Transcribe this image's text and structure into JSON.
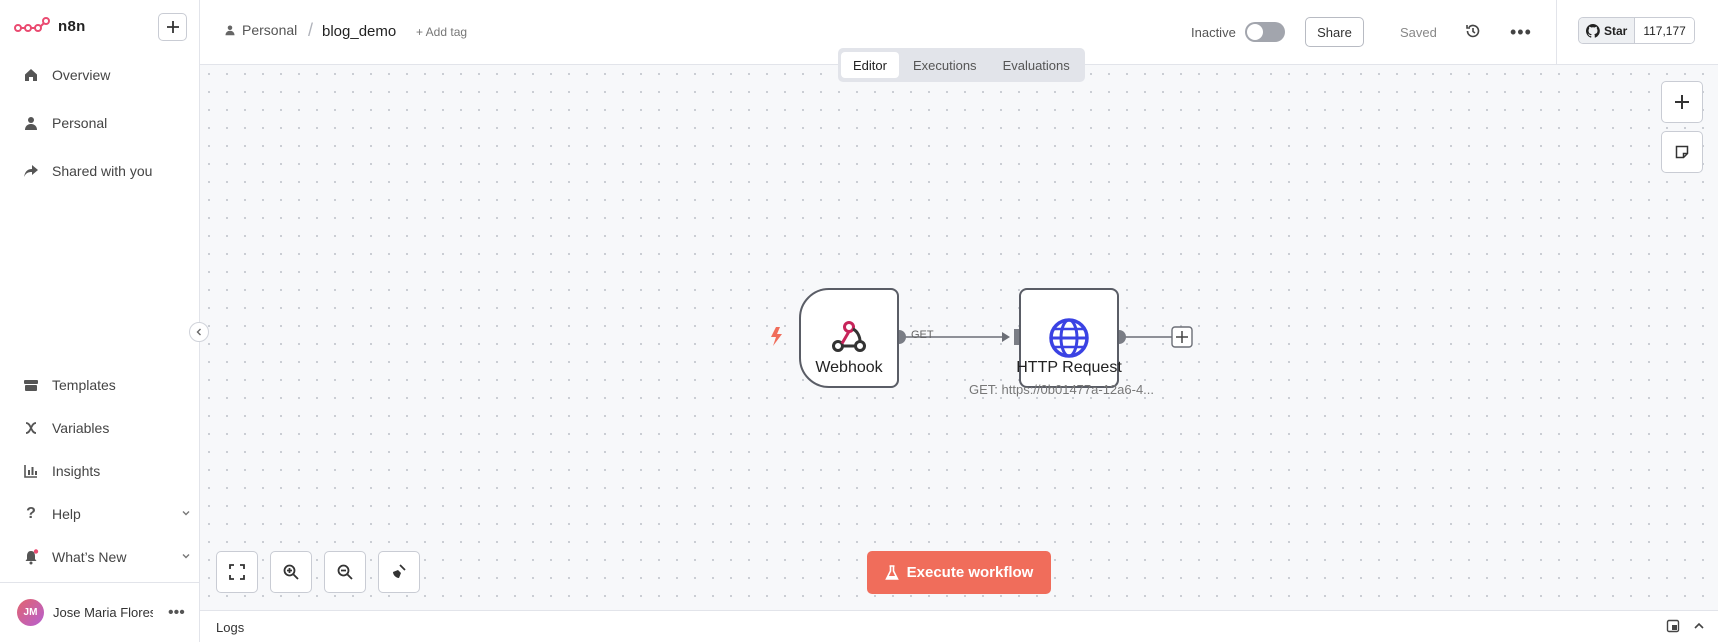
{
  "app": {
    "name": "n8n"
  },
  "sidebar": {
    "items": [
      {
        "label": "Overview",
        "icon": "home-icon"
      },
      {
        "label": "Personal",
        "icon": "user-icon"
      },
      {
        "label": "Shared with you",
        "icon": "share-icon"
      }
    ],
    "bottom_items": [
      {
        "label": "Templates",
        "icon": "box-icon"
      },
      {
        "label": "Variables",
        "icon": "variable-icon"
      },
      {
        "label": "Insights",
        "icon": "chart-icon"
      },
      {
        "label": "Help",
        "icon": "help-icon"
      },
      {
        "label": "What’s New",
        "icon": "bell-icon"
      }
    ],
    "user": {
      "initials": "JM",
      "name": "Jose Maria Flores Zazo"
    }
  },
  "header": {
    "breadcrumb_project": "Personal",
    "workflow_name": "blog_demo",
    "add_tag": "+ Add tag",
    "status": "Inactive",
    "share": "Share",
    "saved": "Saved",
    "github_star": "Star",
    "github_count": "117,177"
  },
  "tabs": [
    {
      "label": "Editor",
      "active": true
    },
    {
      "label": "Executions",
      "active": false
    },
    {
      "label": "Evaluations",
      "active": false
    }
  ],
  "canvas": {
    "nodes": [
      {
        "label": "Webhook",
        "icon": "webhook-icon"
      },
      {
        "label": "HTTP Request",
        "subtitle": "GET: https://0b01477a-12a6-4...",
        "icon": "globe-icon"
      }
    ],
    "edge_label": "GET",
    "execute_button": "Execute workflow"
  },
  "logs": {
    "label": "Logs"
  },
  "colors": {
    "accent": "#f06d5b",
    "brand": "#ea4b71",
    "globe": "#3a42e3"
  }
}
